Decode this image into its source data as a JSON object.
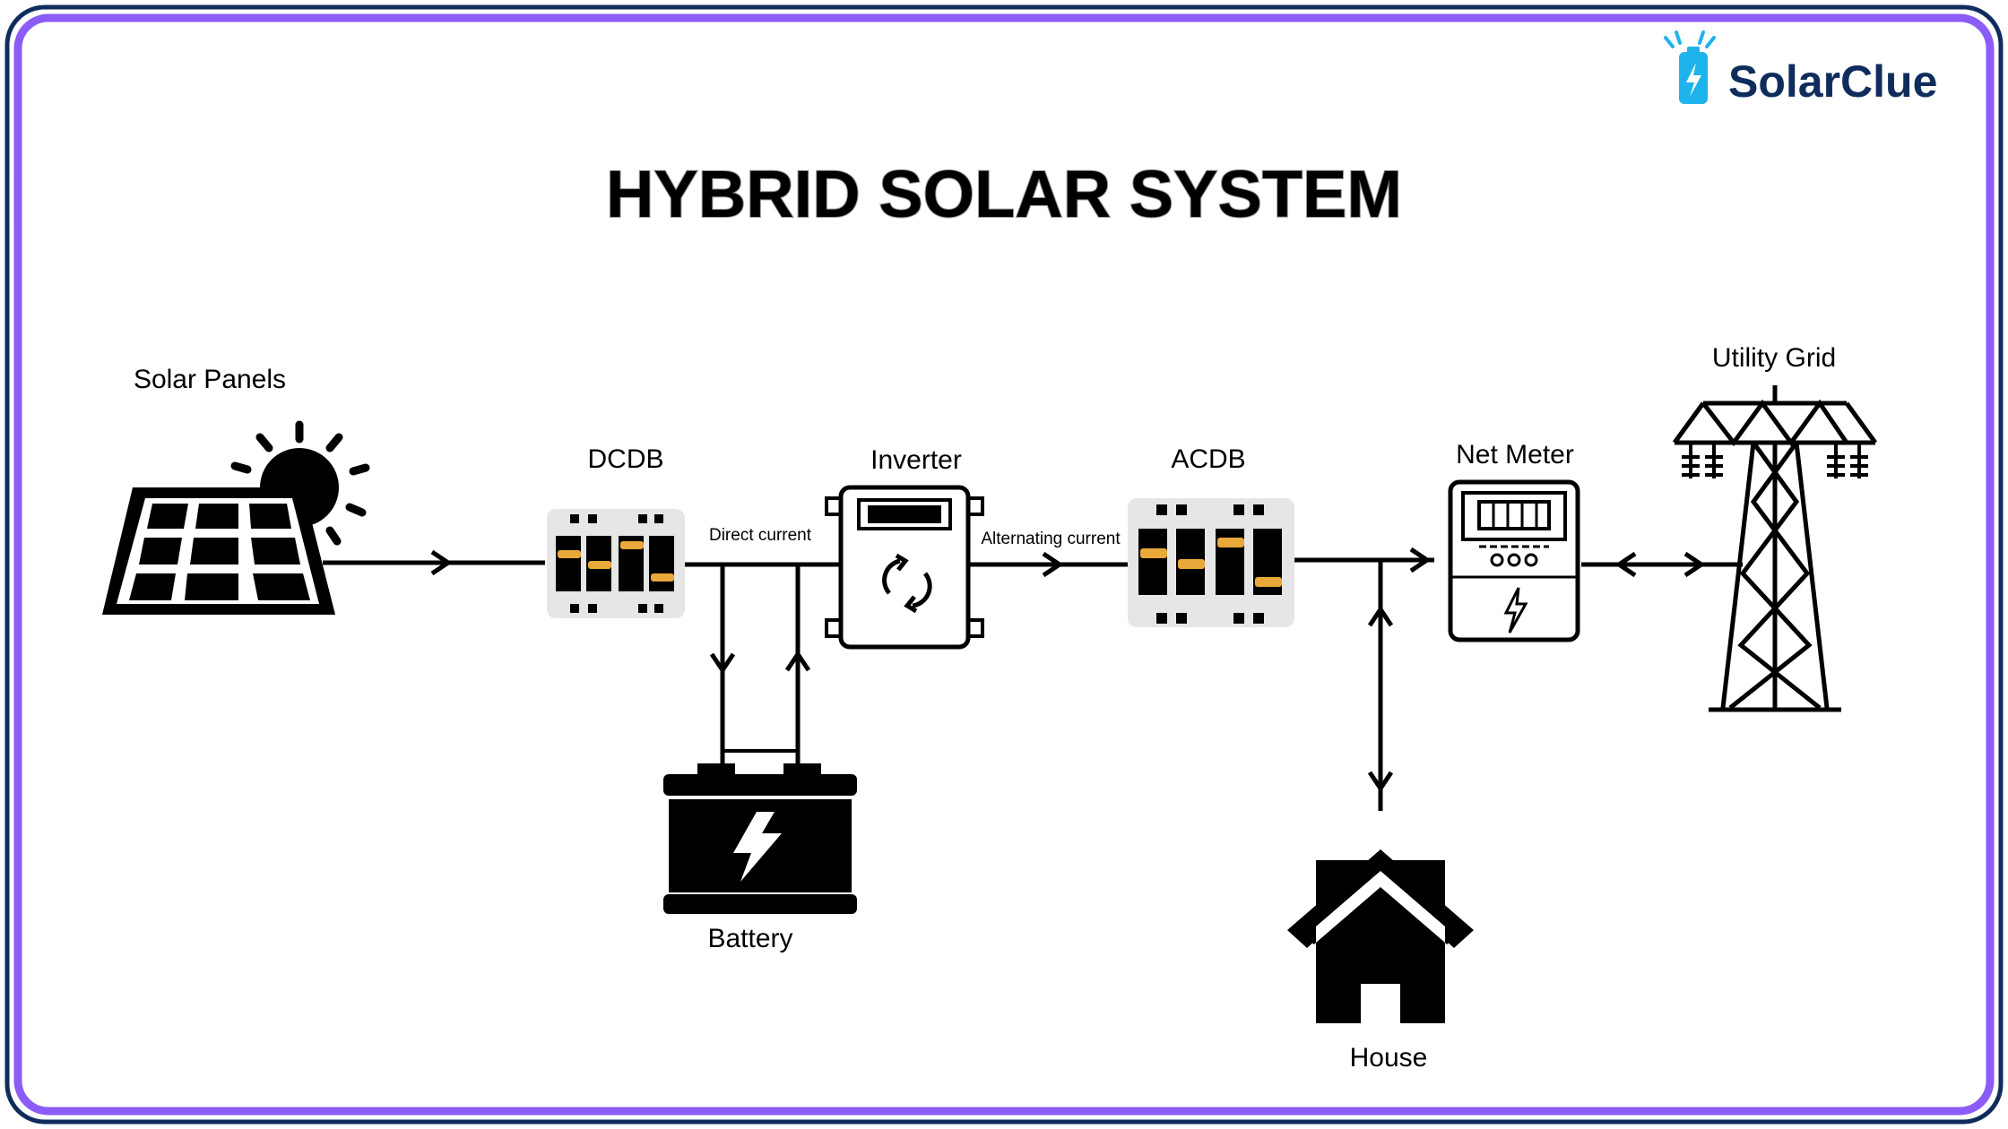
{
  "title": "HYBRID SOLAR SYSTEM",
  "brand": {
    "name": "SolarClue",
    "logo_icon": "battery-bolt-icon",
    "color": "#0f2d5c",
    "accent": "#1fb3ec"
  },
  "frame": {
    "outer_color": "#0f2d5c",
    "inner_color": "#8b5cf6"
  },
  "components": {
    "solar_panels": "Solar Panels",
    "dcdb": "DCDB",
    "inverter": "Inverter",
    "acdb": "ACDB",
    "net_meter": "Net Meter",
    "utility_grid": "Utility Grid",
    "battery": "Battery",
    "house": "House"
  },
  "annotations": {
    "dc": "Direct current",
    "ac": "Alternating current"
  },
  "breaker_handle_color": "#e8a83a"
}
